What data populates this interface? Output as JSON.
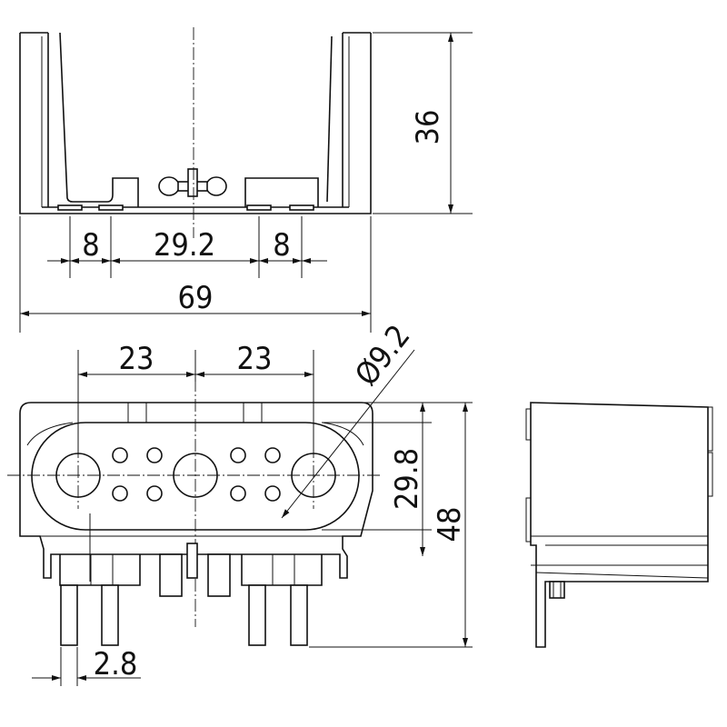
{
  "drawing": {
    "top_view": {
      "height": "36",
      "pin_spacing_left": "8",
      "pin_spacing_center": "29.2",
      "pin_spacing_right": "8",
      "overall_width": "69"
    },
    "front_view": {
      "hole_pitch_left": "23",
      "hole_pitch_right": "23",
      "hole_diameter": "Ø9.2",
      "oval_height": "29.8",
      "overall_height": "48",
      "pin_width": "2.8"
    }
  }
}
